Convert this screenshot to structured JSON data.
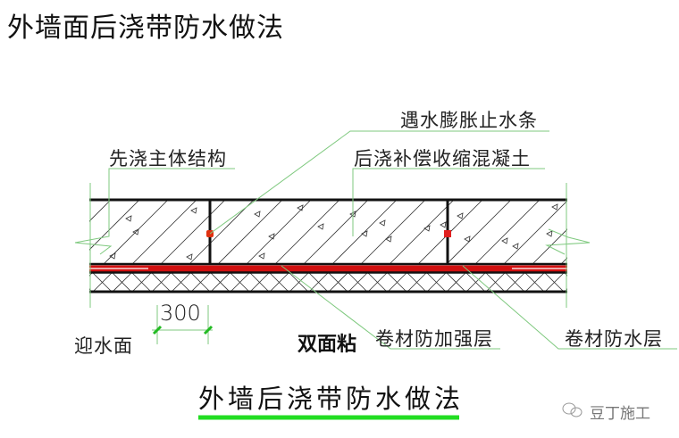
{
  "page_title": "外墙面后浇带防水做法",
  "diagram": {
    "labels": {
      "water_stop": "遇水膨胀止水条",
      "first_pour": "先浇主体结构",
      "post_pour": "后浇补偿收缩混凝土",
      "dimension": "300",
      "water_face": "迎水面",
      "double_sided": "双面粘",
      "reinforcement_layer": "卷材防加强层",
      "waterproof_layer": "卷材防水层"
    },
    "colors": {
      "leader_line": "#7fc97f",
      "membrane_red": "#d01010",
      "water_stop_dot": "#e03010",
      "caption_underline": "#22dd22",
      "structure_line": "#111111"
    }
  },
  "caption": "外墙后浇带防水做法",
  "watermark": {
    "icon": "wechat-icon",
    "text": "豆丁施工"
  }
}
